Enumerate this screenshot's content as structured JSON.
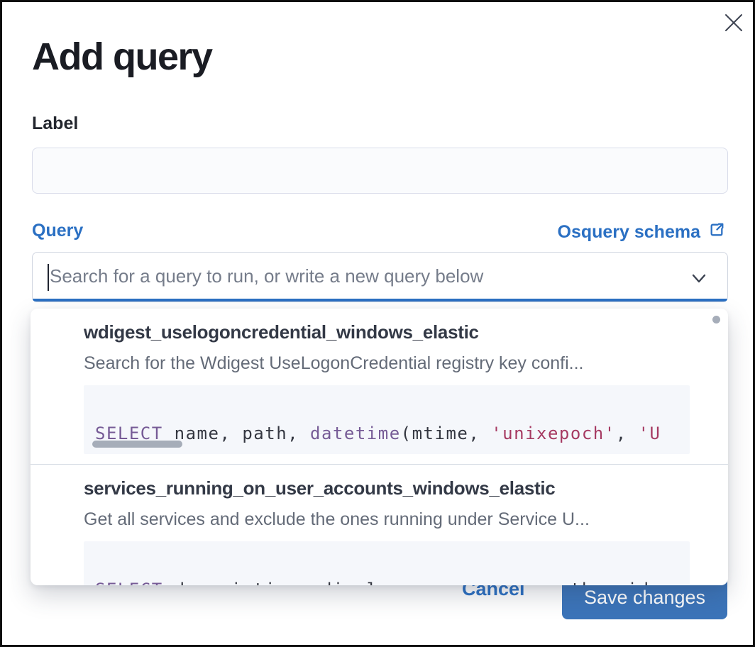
{
  "modal": {
    "title": "Add query",
    "label_field": {
      "label": "Label",
      "value": "",
      "placeholder": ""
    },
    "query_field": {
      "label": "Query",
      "schema_link_text": "Osquery schema",
      "search_value": "",
      "search_placeholder": "Search for a query to run, or write a new query below"
    },
    "dropdown": {
      "options": [
        {
          "title": "wdigest_uselogoncredential_windows_elastic",
          "description": "Search for the Wdigest UseLogonCredential registry key confi...",
          "code": [
            {
              "text": "SELECT",
              "type": "keyword"
            },
            {
              "text": " name, path, ",
              "type": "plain"
            },
            {
              "text": "datetime",
              "type": "keyword"
            },
            {
              "text": "(mtime, ",
              "type": "plain"
            },
            {
              "text": "'unixepoch'",
              "type": "string"
            },
            {
              "text": ", ",
              "type": "plain"
            },
            {
              "text": "'U",
              "type": "string"
            }
          ]
        },
        {
          "title": "services_running_on_user_accounts_windows_elastic",
          "description": "Get all services and exclude the ones running under Service U...",
          "code": [
            {
              "text": "SELECT",
              "type": "keyword"
            },
            {
              "text": " description, display_name, name, path, pid,",
              "type": "plain"
            }
          ]
        }
      ]
    },
    "footer": {
      "cancel_label": "Cancel",
      "save_label": "Save changes"
    },
    "colors": {
      "link_blue": "#2b70c3",
      "save_button_blue": "#3b74b9",
      "code_keyword": "#765b96",
      "code_string": "#a63a62",
      "focus_underline": "#2b70c3"
    },
    "icons": [
      "close-icon",
      "external-link-icon",
      "chevron-down-icon"
    ]
  }
}
